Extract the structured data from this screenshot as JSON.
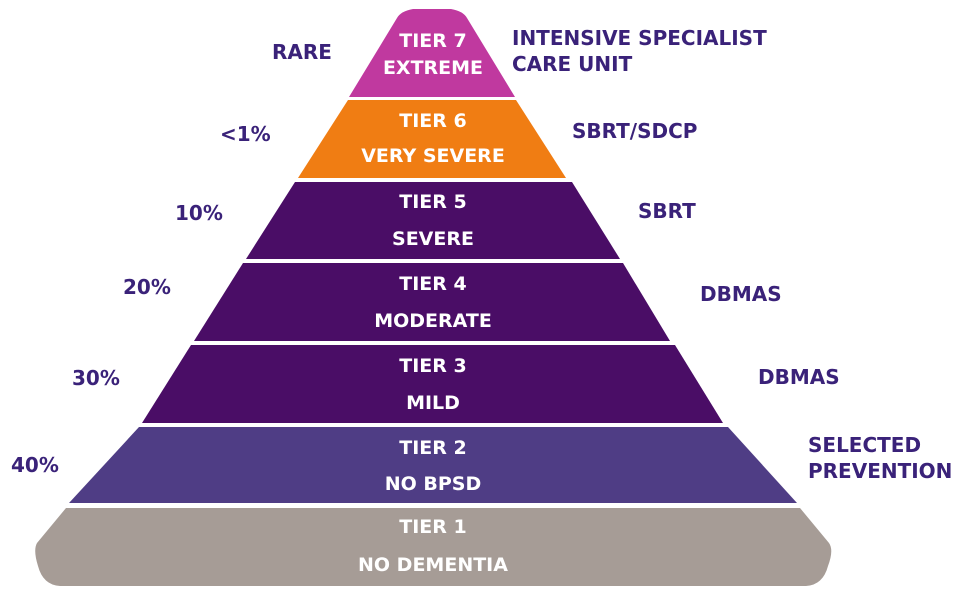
{
  "colors": {
    "tier7": "#c0399f",
    "tier6": "#f07d13",
    "tier5": "#4a0d66",
    "tier4": "#4a0d66",
    "tier3": "#4a0d66",
    "tier2": "#4f3d85",
    "tier1": "#a69c96",
    "side_text": "#3a2279"
  },
  "tiers": [
    {
      "id": "tier7",
      "title": "TIER 7",
      "subtitle": "EXTREME",
      "prevalence": "RARE",
      "service": [
        "INTENSIVE SPECIALIST",
        "CARE UNIT"
      ]
    },
    {
      "id": "tier6",
      "title": "TIER 6",
      "subtitle": "VERY SEVERE",
      "prevalence": "<1%",
      "service": [
        "SBRT/SDCP"
      ]
    },
    {
      "id": "tier5",
      "title": "TIER 5",
      "subtitle": "SEVERE",
      "prevalence": "10%",
      "service": [
        "SBRT"
      ]
    },
    {
      "id": "tier4",
      "title": "TIER 4",
      "subtitle": "MODERATE",
      "prevalence": "20%",
      "service": [
        "DBMAS"
      ]
    },
    {
      "id": "tier3",
      "title": "TIER 3",
      "subtitle": "MILD",
      "prevalence": "30%",
      "service": [
        "DBMAS"
      ]
    },
    {
      "id": "tier2",
      "title": "TIER 2",
      "subtitle": "NO BPSD",
      "prevalence": "40%",
      "service": [
        "SELECTED",
        "PREVENTION"
      ]
    },
    {
      "id": "tier1",
      "title": "TIER 1",
      "subtitle": "NO DEMENTIA"
    }
  ]
}
